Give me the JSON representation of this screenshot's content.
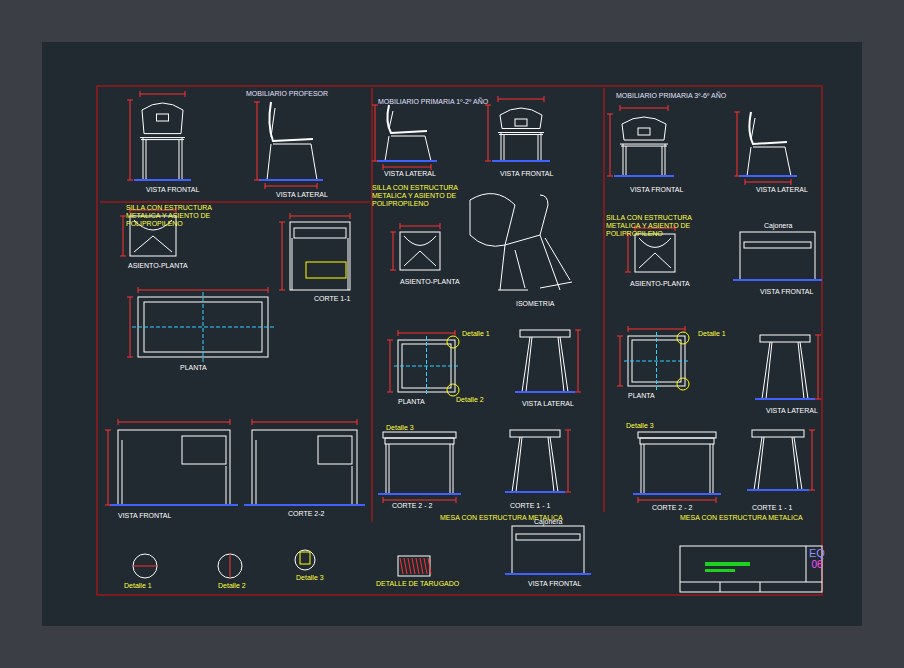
{
  "diagram": {
    "nodes": [
      {
        "text": [
          "EQ",
          "06"
        ]
      }
    ],
    "labels": [
      "MOBILIARIO PROFESOR",
      "VISTA FRONTAL",
      "VISTA LATERAL",
      "SILLA CON ESTRUCTURA METALICA Y ASIENTO DE POLIPROPILENO",
      "ASIENTO-PLANTA",
      "CORTE 1-1",
      "PLANTA",
      "VISTA FRONTAL",
      "CORTE 2-2",
      "Detalle 1",
      "Detalle 2",
      "Detalle 3",
      "DETALLE DE TARUGADO",
      "VISTA FRONTAL",
      "Cajonera",
      "MOBILIARIO PRIMARIA 1º-2º AÑO",
      "VISTA LATERAL",
      "VISTA FRONTAL",
      "SILLA CON ESTRUCTURA METALICA Y ASIENTO DE POLIPROPILENO",
      "ASIENTO-PLANTA",
      "ISOMETRIA",
      "PLANTA",
      "VISTA LATERAL",
      "Detalle 1",
      "Detalle 2",
      "Detalle 3",
      "CORTE 2 - 2",
      "CORTE 1 - 1",
      "MESA CON ESTRUCTURA METALICA",
      "MOBILIARIO PRIMARIA 3º-6º AÑO",
      "VISTA FRONTAL",
      "VISTA LATERAL",
      "SILLA CON ESTRUCTURA METALICA Y ASIENTO DE POLIPROPILENO",
      "ASIENTO-PLANTA",
      "Cajonera",
      "VISTA FRONTAL",
      "PLANTA",
      "VISTA LATERAL",
      "Detalle 1",
      "Detalle 3",
      "CORTE 2 - 2",
      "CORTE 1 - 1",
      "MESA CON ESTRUCTURA METALICA"
    ]
  }
}
